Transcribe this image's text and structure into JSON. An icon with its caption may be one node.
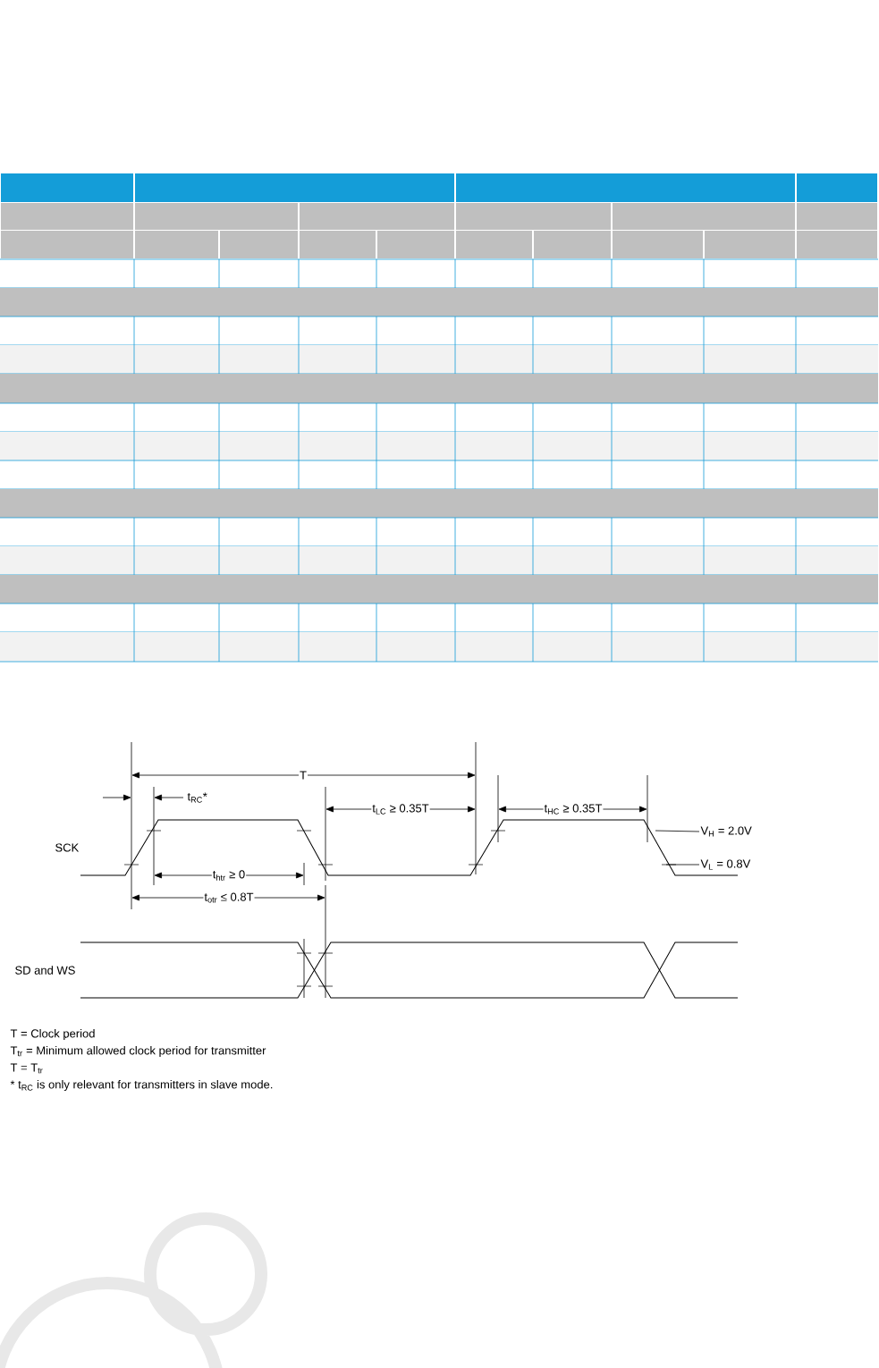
{
  "diagram": {
    "nodes": [
      {
        "text": [
          "V$_{H}$ = 2.0V"
        ]
      },
      {
        "text": [
          "V$_{L}$ = 0.8V"
        ]
      }
    ],
    "edges": [
      {
        "from": 0,
        "to": null,
        "arrow": "none"
      },
      {
        "from": 1,
        "to": null,
        "arrow": "none"
      }
    ],
    "labels": [
      "SCK",
      "SD and WS",
      "T",
      "t$_{RC}$*",
      "t$_{LC}$ ≥ 0.35T",
      "t$_{HC}$ ≥ 0.35T",
      "t$_{htr}$ ≥ 0",
      "t$_{otr}$ ≤ 0.8T",
      "T = Clock period",
      "T$_{tr}$ = Minimum allowed clock period for transmitter",
      "T = T$_{tr}$",
      "* t$_{RC}$ is only relevant for transmitters in slave mode."
    ]
  }
}
